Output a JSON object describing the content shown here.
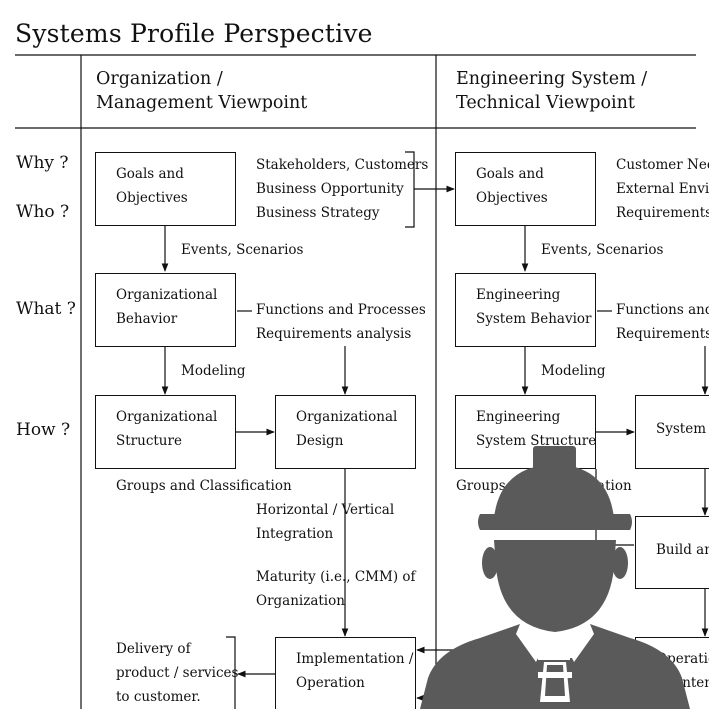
{
  "title": "Systems Profile Perspective",
  "columns": {
    "left": [
      "Organization /",
      "Management Viewpoint"
    ],
    "right": [
      "Engineering System /",
      "Technical Viewpoint"
    ]
  },
  "questions": [
    "Why ?",
    "Who ?",
    "What ?",
    "How ?"
  ],
  "boxes": {
    "org_goals": [
      "Goals and",
      "Objectives"
    ],
    "org_behavior": [
      "Organizational",
      "Behavior"
    ],
    "org_structure": [
      "Organizational",
      "Structure"
    ],
    "org_design": [
      "Organizational",
      "Design"
    ],
    "org_implementation": [
      "Implementation /",
      "Operation"
    ],
    "eng_goals": [
      "Goals and",
      "Objectives"
    ],
    "eng_behavior": [
      "Engineering",
      "System Behavior"
    ],
    "eng_structure": [
      "Engineering",
      "System Structure"
    ],
    "eng_design": [
      "System D"
    ],
    "eng_build": [
      "Build and"
    ],
    "eng_operation": [
      "Operation",
      "Maintena"
    ]
  },
  "labels": {
    "org_stakeholders": [
      "Stakeholders, Customers",
      "Business Opportunity",
      "Business Strategy"
    ],
    "org_events": "Events, Scenarios",
    "org_functions": [
      "Functions and Processes",
      "Requirements analysis"
    ],
    "org_modeling": "Modeling",
    "org_groups": "Groups and Classification",
    "org_integration": [
      "Horizontal / Vertical",
      "Integration"
    ],
    "org_maturity": [
      "Maturity (i.e., CMM) of",
      "Organization"
    ],
    "org_delivery": [
      "Delivery of",
      "product / services",
      "to customer."
    ],
    "eng_customer": [
      "Customer Needs",
      "External Enviro",
      "Requirements"
    ],
    "eng_events": "Events, Scenarios",
    "eng_functions": [
      "Functions and P",
      "Requirements a"
    ],
    "eng_modeling": "Modeling",
    "eng_groups": "Groups and Classification"
  },
  "overlay_icon": "construction-worker-icon",
  "colors": {
    "ink": "#111111",
    "overlay": "#5a5a5a",
    "background": "#ffffff"
  }
}
